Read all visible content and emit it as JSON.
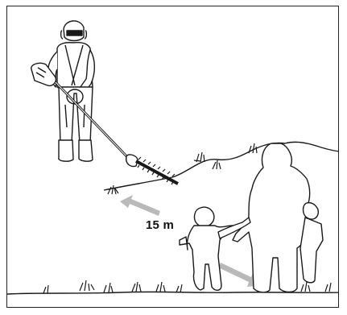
{
  "illustration": {
    "distance_label": "15 m",
    "colors": {
      "line": "#1a1a1a",
      "arrow": "#b9b9b9",
      "figure_fill": "#ffffff",
      "background": "#ffffff"
    },
    "elements": [
      "operator-with-hedge-trimmer",
      "safety-distance-arrows",
      "bystander-adults-and-children",
      "grass-tufts"
    ]
  }
}
